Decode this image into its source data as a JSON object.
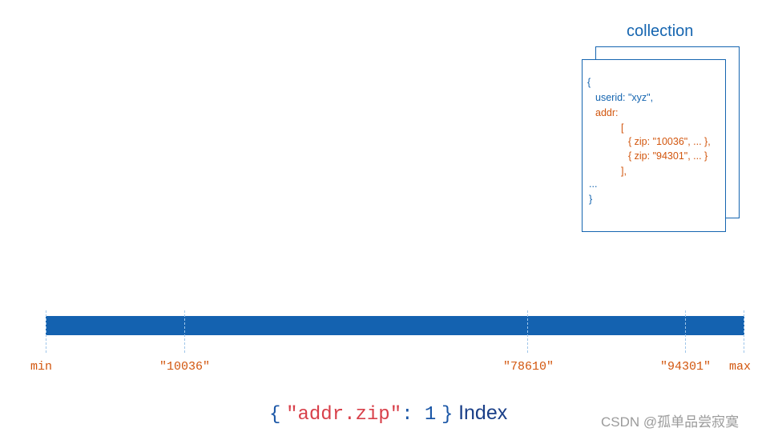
{
  "collection": {
    "title": "collection",
    "document": {
      "open_brace": "{",
      "userid_line": "userid: \"xyz\",",
      "addr_line": "addr:",
      "array_open": "[",
      "item1": "{ zip: \"10036\", ... },",
      "item2": "{ zip: \"94301\", ... }",
      "array_close": "],",
      "ellipsis": "...",
      "close_brace": "}"
    }
  },
  "index": {
    "bar_color": "#1462b0",
    "labels": [
      "min",
      "\"10036\"",
      "\"78610\"",
      "\"94301\"",
      "max"
    ]
  },
  "caption": {
    "open_brace": "{",
    "key": "\"addr.zip\"",
    "colon_value": ": 1",
    "close_brace": "}",
    "word": "Index"
  },
  "watermark": "CSDN @孤单品尝寂寞"
}
